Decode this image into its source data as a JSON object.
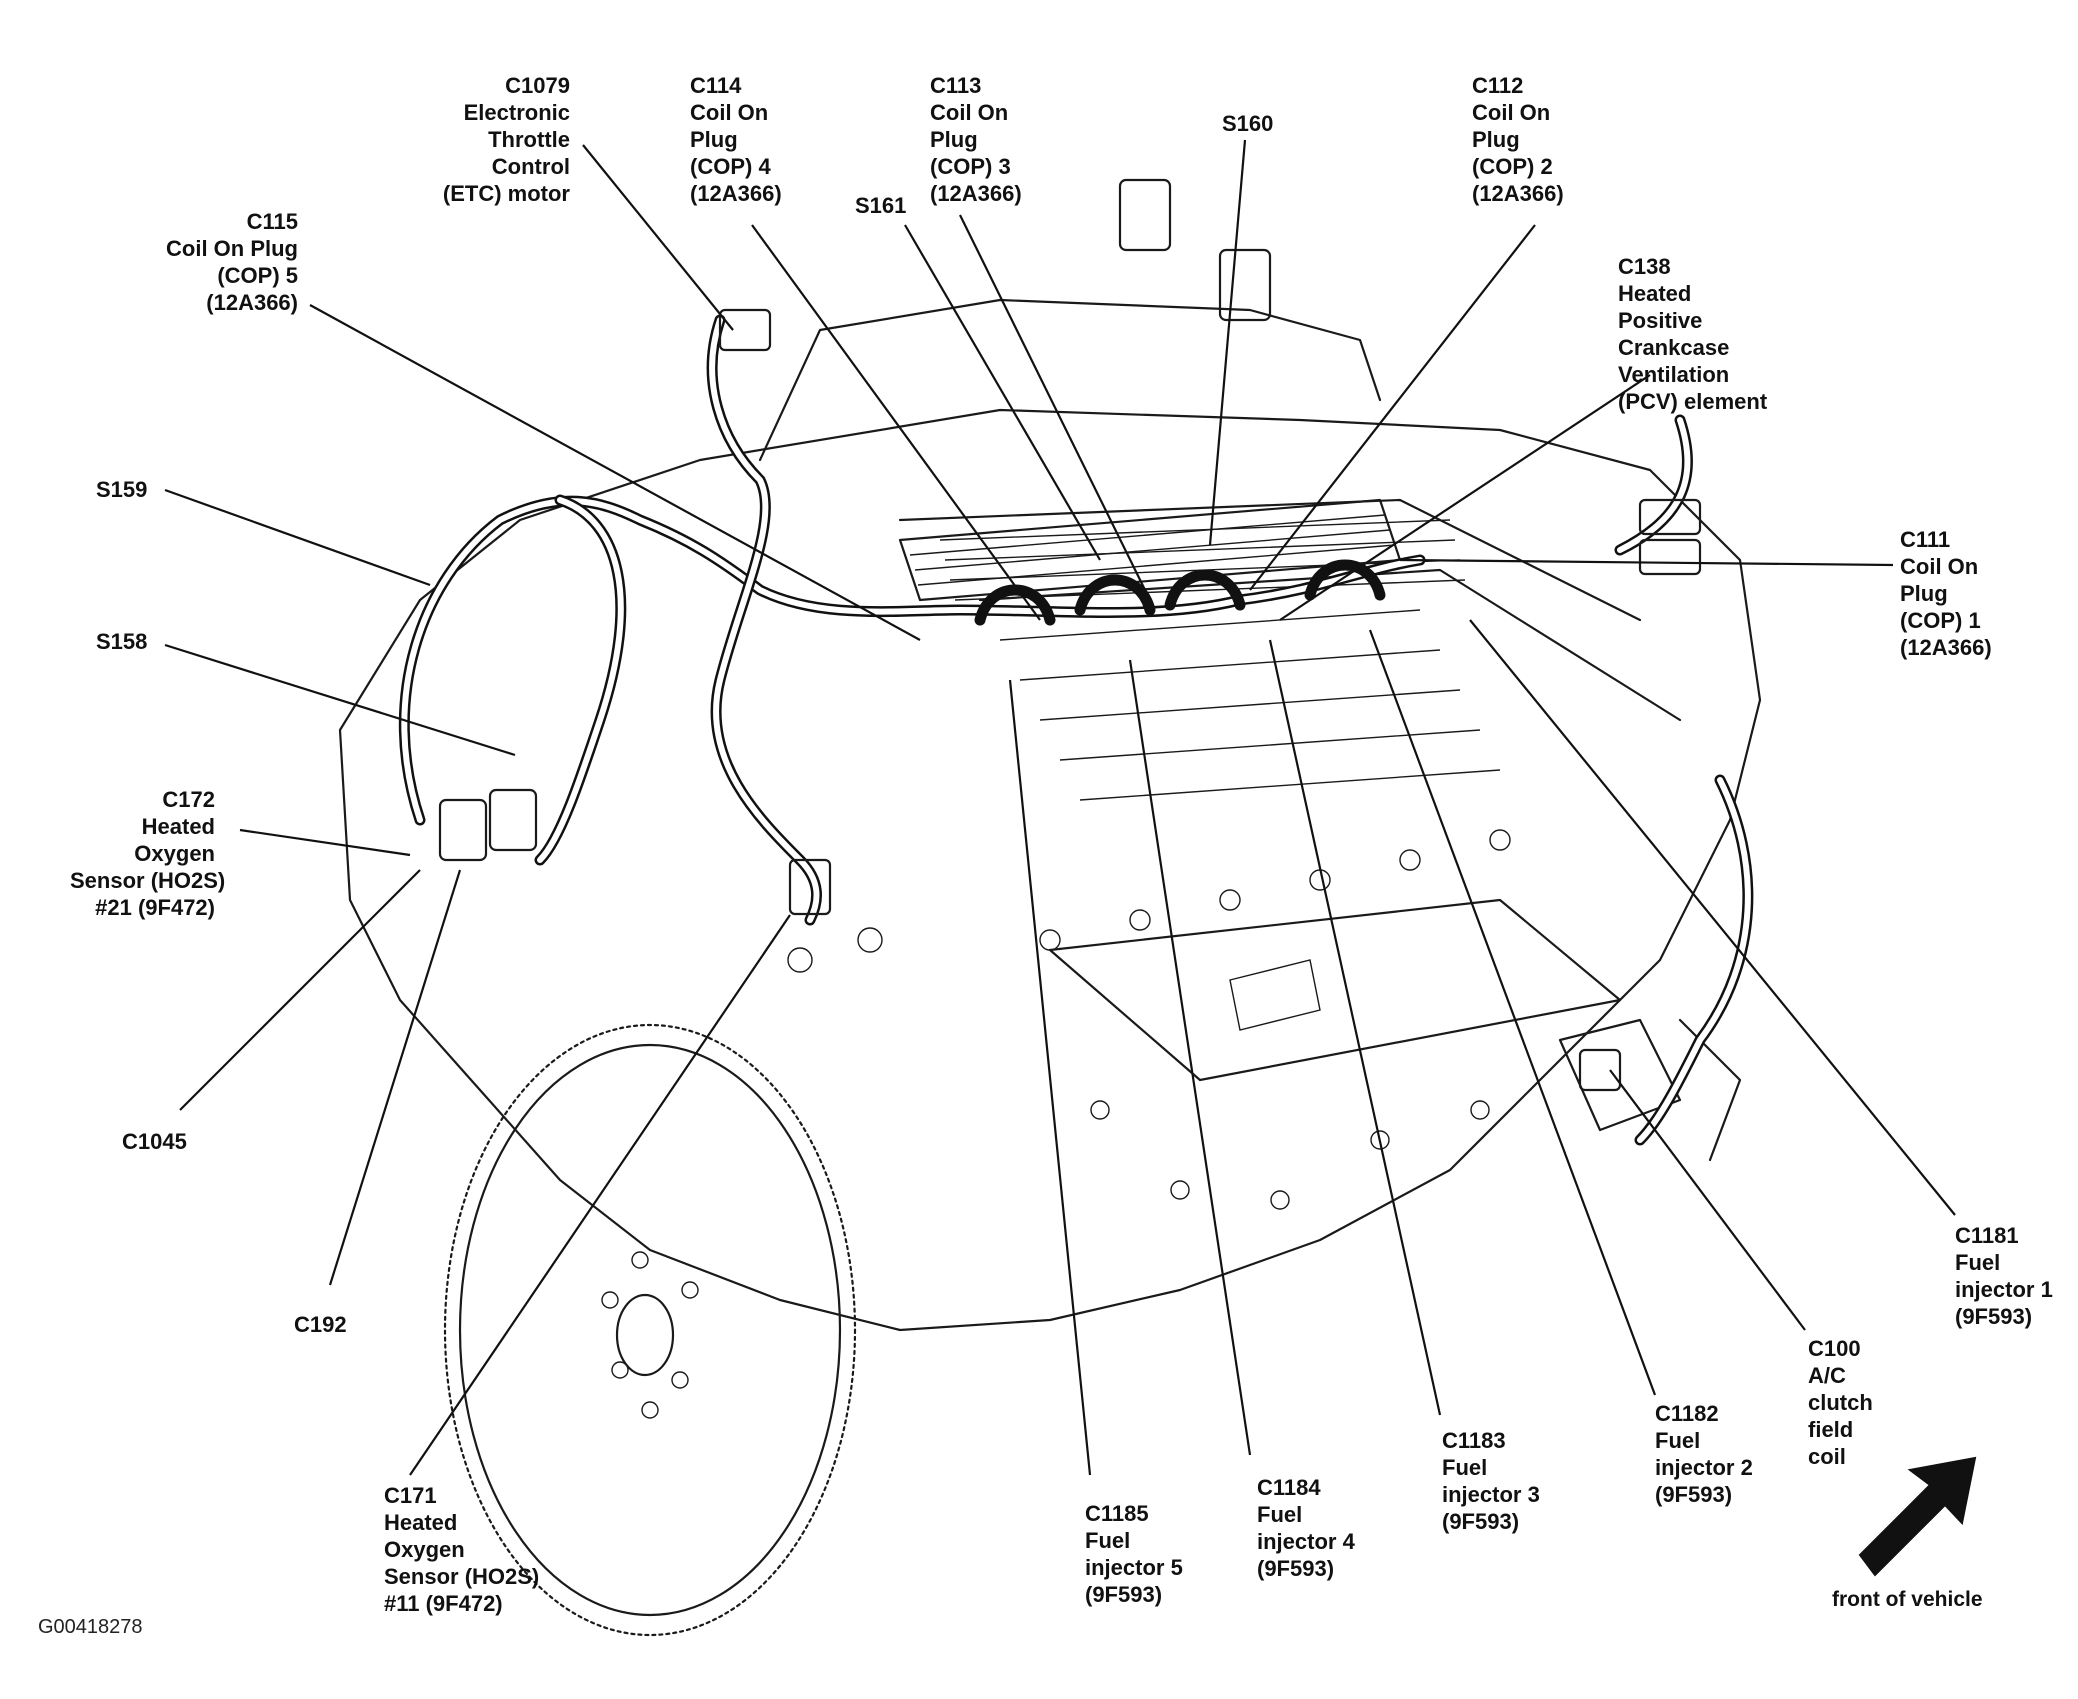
{
  "figure_id": "G00418278",
  "front_label": "front of vehicle",
  "icons": {
    "direction_arrow": "front-arrow-icon"
  },
  "labels": {
    "c1079": [
      "C1079",
      "Electronic",
      "Throttle",
      "Control",
      "(ETC) motor"
    ],
    "c114": [
      "C114",
      "Coil On",
      "Plug",
      "(COP) 4",
      "(12A366)"
    ],
    "c113": [
      "C113",
      "Coil On",
      "Plug",
      "(COP) 3",
      "(12A366)"
    ],
    "s160": [
      "S160"
    ],
    "c112": [
      "C112",
      "Coil On",
      "Plug",
      "(COP) 2",
      "(12A366)"
    ],
    "c115": [
      "C115",
      "Coil On Plug",
      "(COP) 5",
      "(12A366)"
    ],
    "s161": [
      "S161"
    ],
    "c138": [
      "C138",
      "Heated",
      "Positive",
      "Crankcase",
      "Ventilation",
      "(PCV) element"
    ],
    "s159": [
      "S159"
    ],
    "c111": [
      "C111",
      "Coil On",
      "Plug",
      "(COP) 1",
      "(12A366)"
    ],
    "s158": [
      "S158"
    ],
    "c172": [
      "C172",
      "Heated",
      "Oxygen",
      "Sensor (HO2S)",
      "#21 (9F472)"
    ],
    "c1045": [
      "C1045"
    ],
    "c192": [
      "C192"
    ],
    "c1181": [
      "C1181",
      "Fuel",
      "injector 1",
      "(9F593)"
    ],
    "c100": [
      "C100",
      "A/C",
      "clutch",
      "field",
      "coil"
    ],
    "c1182": [
      "C1182",
      "Fuel",
      "injector 2",
      "(9F593)"
    ],
    "c1183": [
      "C1183",
      "Fuel",
      "injector 3",
      "(9F593)"
    ],
    "c1184": [
      "C1184",
      "Fuel",
      "injector 4",
      "(9F593)"
    ],
    "c1185": [
      "C1185",
      "Fuel",
      "injector 5",
      "(9F593)"
    ],
    "c171": [
      "C171",
      "Heated",
      "Oxygen",
      "Sensor (HO2S)",
      "#11 (9F472)"
    ]
  }
}
